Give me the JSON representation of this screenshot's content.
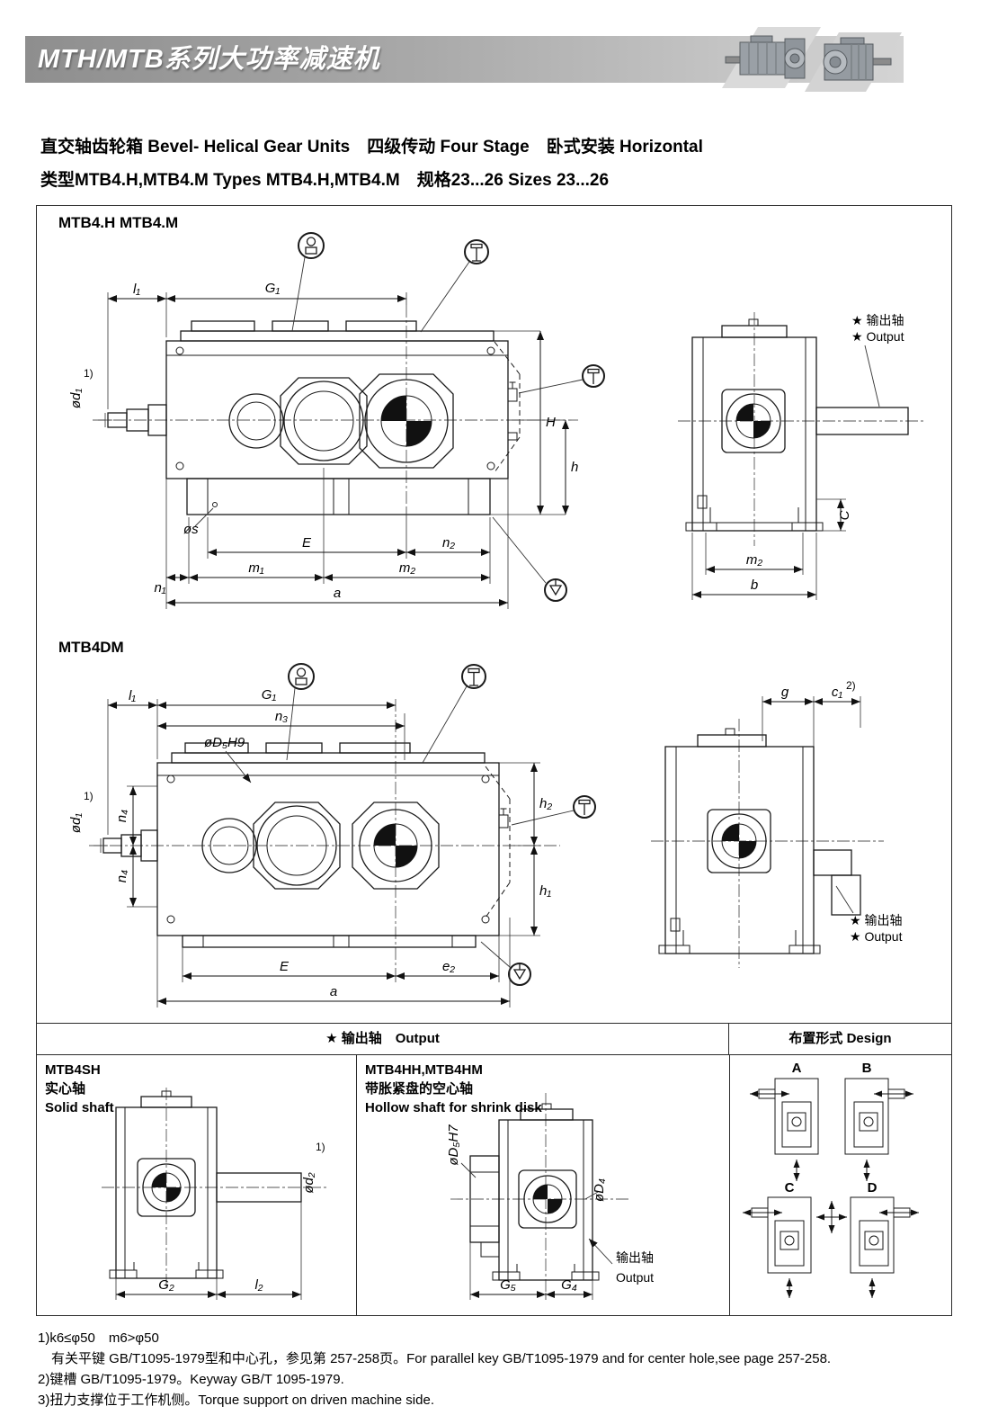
{
  "banner": {
    "title": "MTH/MTB系列大功率减速机"
  },
  "intro": {
    "line1": "直交轴齿轮箱 Bevel- Helical Gear Units　四级传动 Four Stage　卧式安装 Horizontal",
    "line2": "类型MTB4.H,MTB4.M Types MTB4.H,MTB4.M　规格23...26 Sizes 23...26"
  },
  "drawing1": {
    "model": "MTB4.H MTB4.M",
    "dims": {
      "l1": "l₁",
      "G1": "G₁",
      "od1": "ød₁",
      "note1": "1)",
      "H": "H",
      "h": "h",
      "os": "øs",
      "E": "E",
      "n2": "n₂",
      "n1": "n₁",
      "m1": "m₁",
      "m2": "m₂",
      "a": "a"
    }
  },
  "endview1": {
    "output_cn": "★ 输出轴",
    "output_en": "★ Output",
    "dims": {
      "m2": "m₂",
      "b": "b",
      "C": "C"
    }
  },
  "drawing2": {
    "model": "MTB4DM",
    "dims": {
      "l1": "l₁",
      "G1": "G₁",
      "n3": "n₃",
      "oD5H9": "øD₅H9",
      "od1": "ød₁",
      "note1": "1)",
      "n4a": "n₄",
      "n4b": "n₄",
      "h2": "h₂",
      "h1": "h₁",
      "E": "E",
      "e2": "e₂",
      "a": "a"
    }
  },
  "endview2": {
    "output_cn": "★ 输出轴",
    "output_en": "★ Output",
    "dims": {
      "g": "g",
      "c1": "c₁",
      "note2": "2)"
    }
  },
  "table": {
    "output_header": "★ 输出轴　Output",
    "design_header": "布置形式 Design"
  },
  "solid": {
    "title": "MTB4SH",
    "subtitle_cn": "实心轴",
    "subtitle_en": "Solid shaft",
    "dims": {
      "od2": "ød₂",
      "note1": "1)",
      "G2": "G₂",
      "l2": "l₂"
    }
  },
  "hollow": {
    "title": "MTB4HH,MTB4HM",
    "subtitle_cn": "带胀紧盘的空心轴",
    "subtitle_en": "Hollow shaft for shrink disk",
    "dims": {
      "oD5H7": "øD₅H7",
      "oD4": "øD₄",
      "G5": "G₅",
      "G4": "G₄"
    },
    "output_cn": "输出轴",
    "output_en": "Output"
  },
  "design": {
    "A": "A",
    "B": "B",
    "C": "C",
    "D": "D"
  },
  "footnotes": {
    "f1": "1)k6≤φ50　m6>φ50",
    "f2": "　有关平键 GB/T1095-1979型和中心孔，参见第 257-258页。For parallel key GB/T1095-1979 and for center hole,see page 257-258.",
    "f3": "2)键槽 GB/T1095-1979。Keyway GB/T 1095-1979.",
    "f4": "3)扭力支撑位于工作机侧。Torque support on driven machine side."
  }
}
